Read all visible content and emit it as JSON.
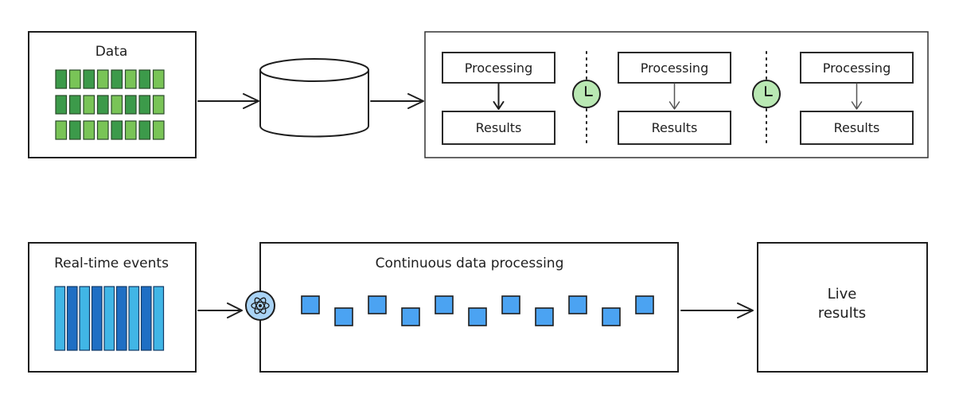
{
  "batch": {
    "data_label": "Data",
    "processing_label": "Processing",
    "results_label": "Results",
    "stages": 3
  },
  "stream": {
    "events_label": "Real-time events",
    "processing_label": "Continuous data processing",
    "live_results_line1": "Live",
    "live_results_line2": "results"
  },
  "colors": {
    "green_dark": "#3c9a4a",
    "green_light": "#79c457",
    "clock_fill": "#b9e8b3",
    "blue_dark": "#1f6fc4",
    "blue_light": "#41b6e6",
    "square_fill": "#4ba3f2",
    "atom_fill": "#a9d3f5"
  },
  "icons": {
    "clock": "clock-icon",
    "atom": "atom-icon",
    "database": "database-icon"
  }
}
